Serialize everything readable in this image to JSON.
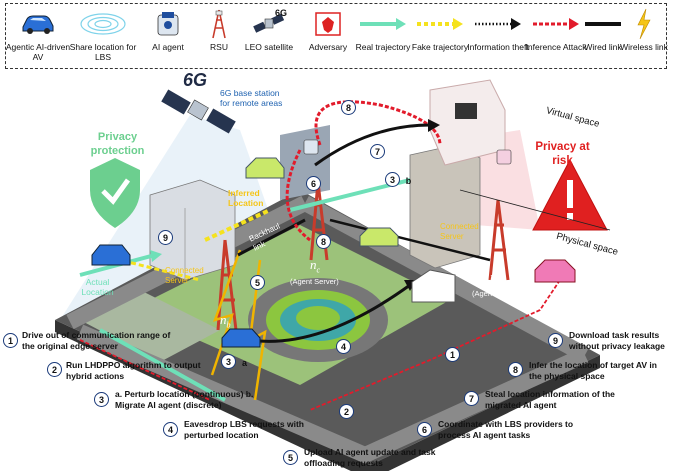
{
  "legend": {
    "items": [
      {
        "id": "av",
        "label": "Agentic AI-driven AV"
      },
      {
        "id": "share",
        "label": "Share location for LBS"
      },
      {
        "id": "agent",
        "label": "AI agent"
      },
      {
        "id": "rsu",
        "label": "RSU"
      },
      {
        "id": "leo",
        "label": "LEO satellite"
      },
      {
        "id": "adv",
        "label": "Adversary"
      },
      {
        "id": "real",
        "label": "Real trajectory"
      },
      {
        "id": "fake",
        "label": "Fake trajectory"
      },
      {
        "id": "theft",
        "label": "Information theft"
      },
      {
        "id": "inference",
        "label": "Inference Attack"
      },
      {
        "id": "wired",
        "label": "Wired link"
      },
      {
        "id": "wireless",
        "label": "Wireless link"
      }
    ],
    "leo_badge": "6G"
  },
  "scene": {
    "base_station": "6G base station for remote areas",
    "base_badge": "6G",
    "privacy_protection": "Privacy protection",
    "privacy_risk": "Privacy at risk",
    "virtual_space": "Virtual space",
    "physical_space": "Physical space",
    "inferred_location": "Inferred Location",
    "backhaul_link": "Backhaul link",
    "connected_server_left": "Connected Server",
    "connected_server_right": "Connected Server",
    "node_nc": "n",
    "node_nc_sub": "c",
    "node_na": "n",
    "node_na_sub": "a",
    "node_nb": "n",
    "node_nb_sub": "b",
    "agent_server": "(Agent Server)",
    "actual_location": "Actual Location",
    "initial_location": "Initial Location",
    "markers": {
      "m8a": "8",
      "m7": "7",
      "m6": "6",
      "m3": "3",
      "mb": "b",
      "m9": "9",
      "m8b": "8",
      "m5": "5",
      "m3b": "3",
      "ma": "a",
      "m4": "4",
      "m1": "1",
      "m2": "2"
    }
  },
  "steps": [
    {
      "n": "1",
      "text": "Drive out of communication range of the original edge server"
    },
    {
      "n": "2",
      "text": "Run LHDPPO algorithm to output hybrid actions"
    },
    {
      "n": "3",
      "text": "a. Perturb location (continuous) b. Migrate AI agent (discrete)"
    },
    {
      "n": "4",
      "text": "Eavesdrop LBS requests with perturbed location"
    },
    {
      "n": "5",
      "text": "Upload AI agent update and task offloading requests"
    },
    {
      "n": "6",
      "text": "Coordinate with LBS providers to process AI agent tasks"
    },
    {
      "n": "7",
      "text": "Steal location information of the migrated AI agent"
    },
    {
      "n": "8",
      "text": "Infer the location of target AV in the physical space"
    },
    {
      "n": "9",
      "text": "Download task results without privacy leakage"
    }
  ],
  "colors": {
    "real": "#6ee0b8",
    "fake": "#f5e21e",
    "theft": "#111111",
    "inference": "#e21b2b",
    "wireless": "#f0b400",
    "privacy_green": "#6ccf8f",
    "risk_red": "#e02020",
    "ground": "#4a4a4a",
    "grass": "#8cc63f"
  }
}
